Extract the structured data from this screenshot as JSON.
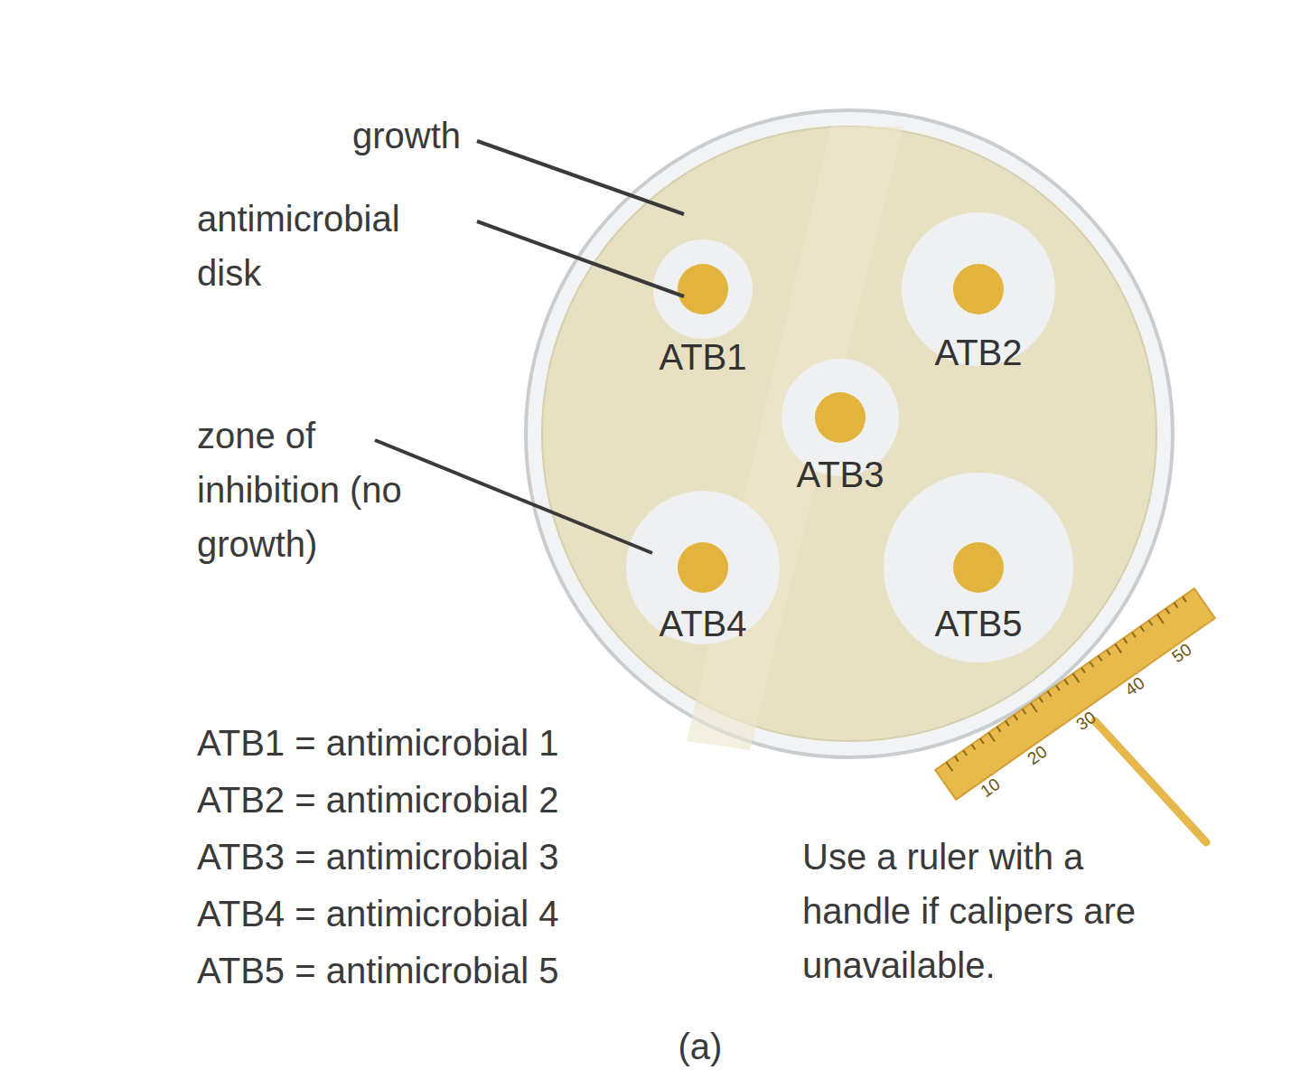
{
  "diagram": {
    "caption": "(a)",
    "nodes": [
      {
        "text": [
          "ATB1"
        ]
      },
      {
        "text": [
          "ATB2"
        ]
      },
      {
        "text": [
          "ATB3"
        ]
      },
      {
        "text": [
          "ATB4"
        ]
      },
      {
        "text": [
          "ATB5"
        ]
      }
    ],
    "labels": [
      "growth",
      "antimicrobial disk",
      "zone of inhibition (no growth)",
      "ATB1 = antimicrobial 1",
      "ATB2 = antimicrobial 2",
      "ATB3 = antimicrobial 3",
      "ATB4 = antimicrobial 4",
      "ATB5 = antimicrobial 5",
      "Use a ruler with a handle if calipers are unavailable.",
      "10",
      "20",
      "30",
      "40",
      "50"
    ]
  }
}
